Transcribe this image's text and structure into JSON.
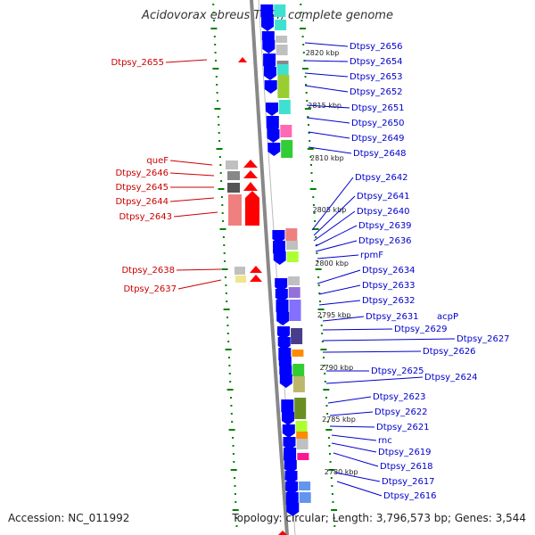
{
  "title": "Acidovorax ebreus TPSY, complete genome",
  "footer": {
    "accession": "Accession: NC_011992",
    "summary": "Topology: circular; Length: 3,796,573 bp; Genes: 3,544"
  },
  "colors": {
    "forward_strand": "#ff0000",
    "reverse_strand": "#0000ff",
    "forward_label": "#cc0000",
    "reverse_label": "#0000cc",
    "backbone": "#888888",
    "ticks": "#008000"
  },
  "kbp_markers": [
    "2820 kbp",
    "2815 kbp",
    "2810 kbp",
    "2805 kbp",
    "2800 kbp",
    "2795 kbp",
    "2790 kbp",
    "2785 kbp",
    "2780 kbp"
  ],
  "left_genes": [
    "Dtpsy_2655",
    "queF",
    "Dtpsy_2646",
    "Dtpsy_2645",
    "Dtpsy_2644",
    "Dtpsy_2643",
    "Dtpsy_2638",
    "Dtpsy_2637"
  ],
  "right_genes": [
    "Dtpsy_2656",
    "Dtpsy_2654",
    "Dtpsy_2653",
    "Dtpsy_2652",
    "Dtpsy_2651",
    "Dtpsy_2650",
    "Dtpsy_2649",
    "Dtpsy_2648",
    "Dtpsy_2642",
    "Dtpsy_2641",
    "Dtpsy_2640",
    "Dtpsy_2639",
    "Dtpsy_2636",
    "rpmF",
    "Dtpsy_2634",
    "Dtpsy_2633",
    "Dtpsy_2632",
    "Dtpsy_2631",
    "acpP",
    "Dtpsy_2629",
    "Dtpsy_2627",
    "Dtpsy_2626",
    "Dtpsy_2625",
    "Dtpsy_2624",
    "Dtpsy_2623",
    "Dtpsy_2622",
    "Dtpsy_2621",
    "rnc",
    "Dtpsy_2619",
    "Dtpsy_2618",
    "Dtpsy_2617",
    "Dtpsy_2616"
  ]
}
